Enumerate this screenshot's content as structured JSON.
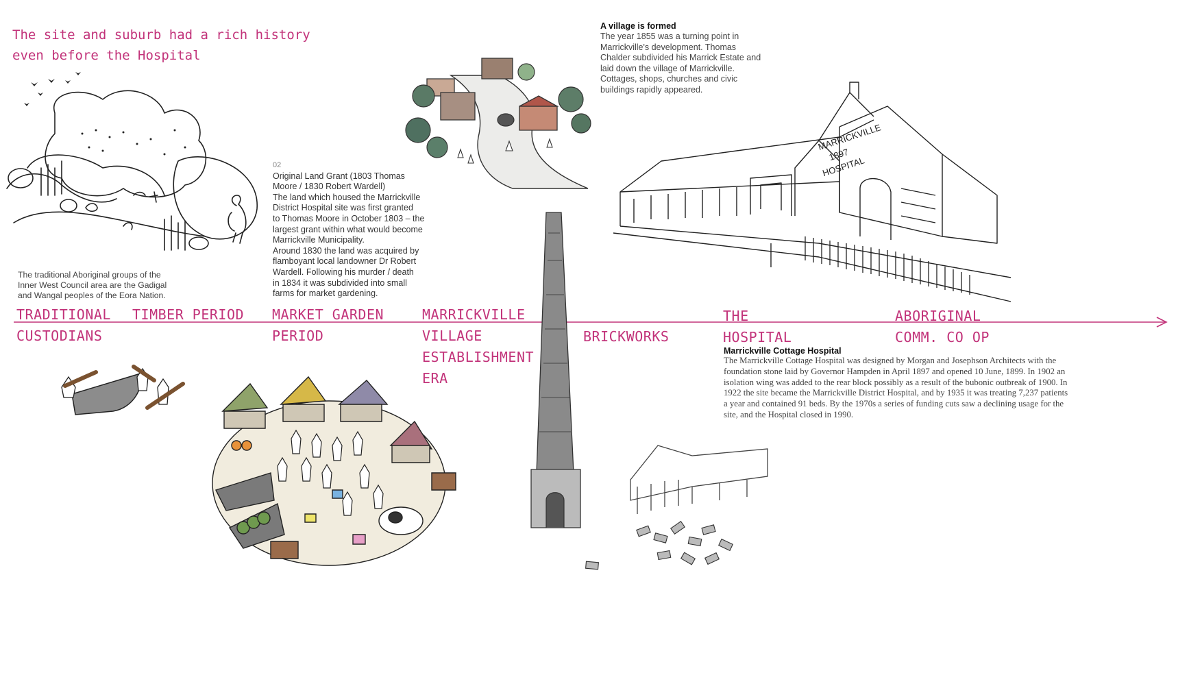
{
  "headline": "The site and suburb had a rich history even before the Hospital",
  "accent_color": "#c2337a",
  "timeline": {
    "eras": [
      {
        "label": "TRADITIONAL\nCUSTODIANS"
      },
      {
        "label": "TIMBER PERIOD"
      },
      {
        "label": "MARKET GARDEN\nPERIOD"
      },
      {
        "label": "MARRICKVILLE\nVILLAGE\nESTABLISHMENT\nERA"
      },
      {
        "label": "BRICKWORKS"
      },
      {
        "label": "THE\nHOSPITAL"
      },
      {
        "label": "ABORIGINAL\nCOMM. CO OP"
      }
    ]
  },
  "notes": {
    "aboriginal": "The traditional Aboriginal groups of the\nInner West Council area are the Gadigal\nand Wangal peoples of the Eora Nation.",
    "land_grant": {
      "number": "02",
      "title": "Original Land Grant (1803 Thomas\nMoore / 1830 Robert Wardell)",
      "body": "The land which housed the Marrickville\nDistrict Hospital site was first granted\nto Thomas Moore in October 1803 – the\nlargest grant within what would become\nMarrickville Municipality.\nAround 1830 the land was acquired by\nflamboyant local landowner Dr Robert\nWardell.  Following his murder / death\nin 1834 it was subdivided into small\nfarms for market gardening."
    },
    "village": {
      "title": "A village is formed",
      "body": "The year 1855 was a turning point in\nMarrickville's development. Thomas\nChalder subdivided his Marrick Estate and\nlaid down the village of Marrickville.\nCottages, shops, churches and civic\nbuildings rapidly appeared."
    },
    "hospital": {
      "title": "Marrickville Cottage Hospital",
      "body": "The Marrickville Cottage Hospital was designed by Morgan and Josephson Architects with the foundation stone laid by Governor Hampden in April 1897 and opened 10 June, 1899. In 1902 an isolation wing was added to the rear block possibly as a result of the bubonic outbreak of 1900. In 1922 the site became the Marrickville District Hospital, and by 1935 it was treating 7,237 patients a year and contained 91 beds. By the 1970s a series of funding cuts saw a declining usage for the site, and the Hospital closed in 1990."
    }
  },
  "sketch_lettering": {
    "hospital_sign": "MARRICKVILLE 1897 HOSPITAL"
  }
}
